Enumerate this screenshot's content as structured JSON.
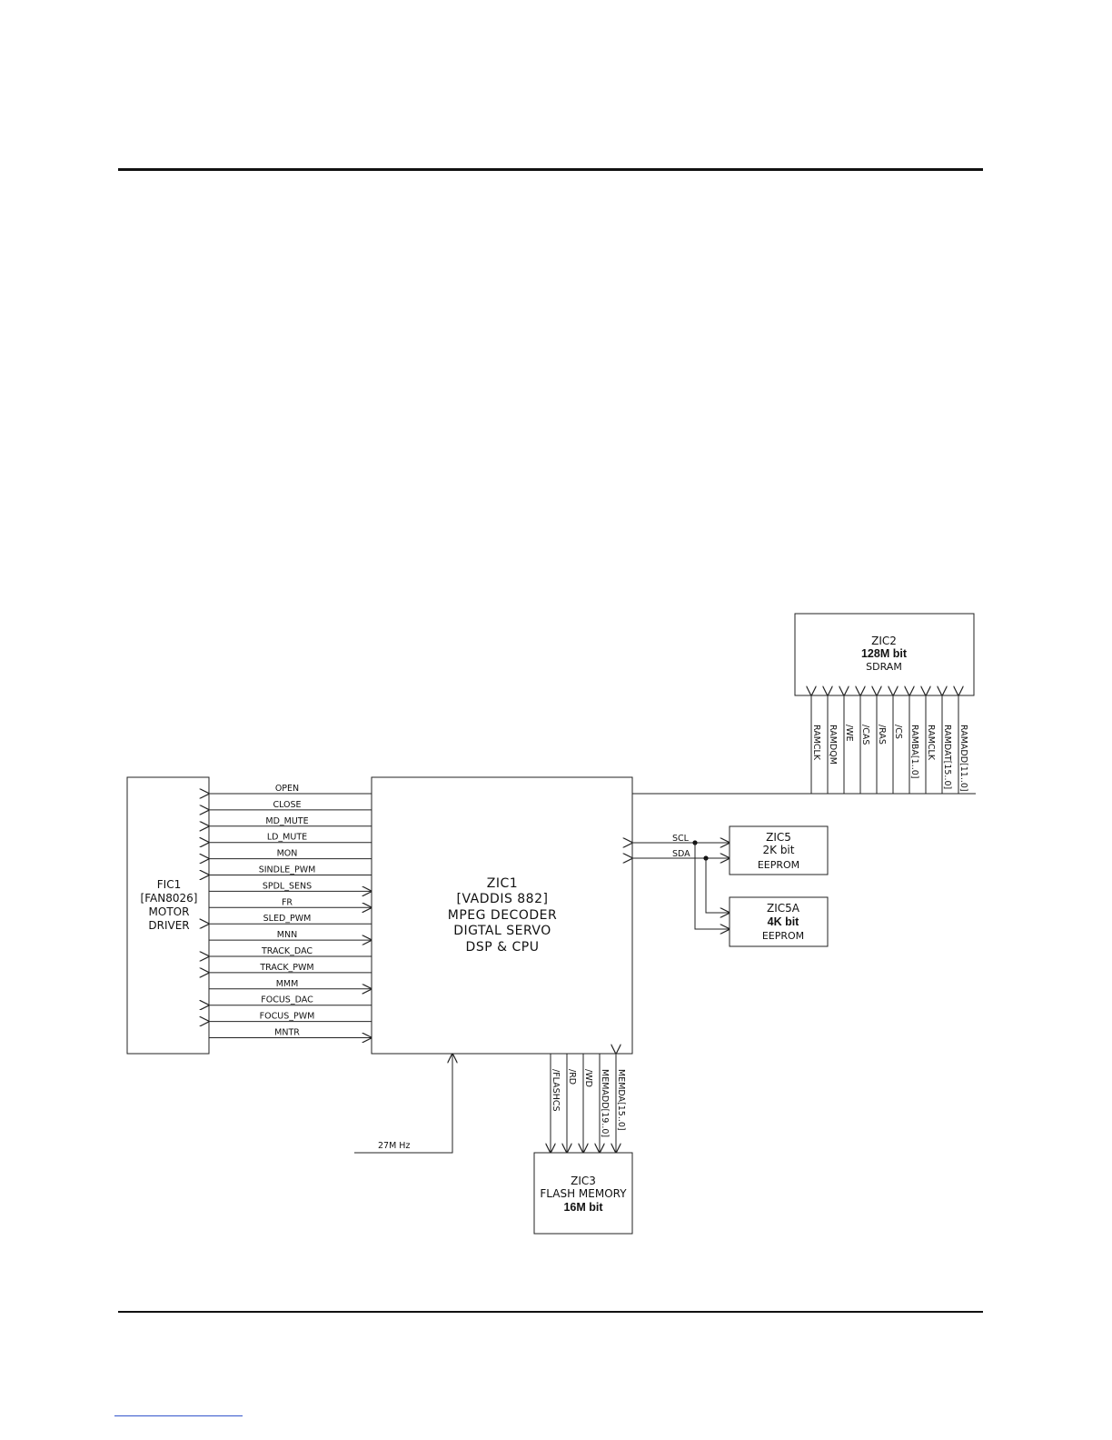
{
  "blocks": {
    "fic1": {
      "line1": "FIC1",
      "line2": "[FAN8026]",
      "line3": "MOTOR",
      "line4": "DRIVER"
    },
    "zic1": {
      "line1": "ZIC1",
      "line2": "[VADDIS 882]",
      "line3": "MPEG DECODER",
      "line4": "DIGTAL SERVO",
      "line5": "DSP & CPU"
    },
    "zic2": {
      "line1": "ZIC2",
      "line2": "128M bit",
      "line3": "SDRAM"
    },
    "zic5": {
      "line1": "ZIC5",
      "line2": "2K bit",
      "line3": "EEPROM"
    },
    "zic5a": {
      "line1": "ZIC5A",
      "line2": "4K bit",
      "line3": "EEPROM"
    },
    "zic3": {
      "line1": "ZIC3",
      "line2": "FLASH MEMORY",
      "line3": "16M bit"
    }
  },
  "motor_signals": [
    {
      "label": "OPEN",
      "dir": "left"
    },
    {
      "label": "CLOSE",
      "dir": "left"
    },
    {
      "label": "MD_MUTE",
      "dir": "left"
    },
    {
      "label": "LD_MUTE",
      "dir": "left"
    },
    {
      "label": "MON",
      "dir": "left"
    },
    {
      "label": "SINDLE_PWM",
      "dir": "left"
    },
    {
      "label": "SPDL_SENS",
      "dir": "right"
    },
    {
      "label": "FR",
      "dir": "right"
    },
    {
      "label": "SLED_PWM",
      "dir": "left"
    },
    {
      "label": "MNN",
      "dir": "right"
    },
    {
      "label": "TRACK_DAC",
      "dir": "left"
    },
    {
      "label": "TRACK_PWM",
      "dir": "left"
    },
    {
      "label": "MMM",
      "dir": "right"
    },
    {
      "label": "FOCUS_DAC",
      "dir": "left"
    },
    {
      "label": "FOCUS_PWM",
      "dir": "left"
    },
    {
      "label": "MNTR",
      "dir": "right"
    }
  ],
  "sdram_signals": [
    "RAMCLK",
    "RAMDQM",
    "/WE",
    "/CAS",
    "/RAS",
    "/CS",
    "RAMBA[1..0]",
    "RAMCLK",
    "RAMDAT[15..0]",
    "RAMADD[11..0]"
  ],
  "flash_signals": [
    "/FLASHCS",
    "/RD",
    "/WD",
    "MEMADD[19..0]",
    "MEMDA[15..0]"
  ],
  "i2c_signals": {
    "scl": "SCL",
    "sda": "SDA"
  },
  "clock_label": "27M Hz"
}
